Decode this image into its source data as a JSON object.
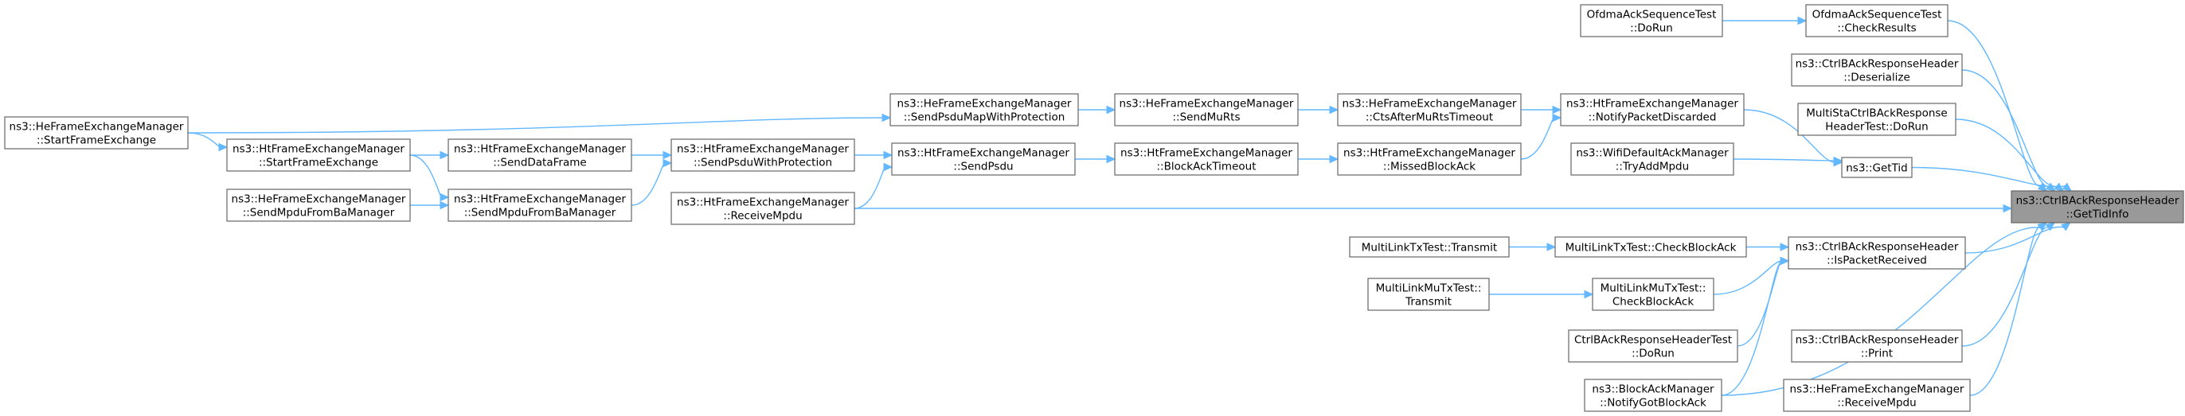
{
  "nodes": [
    {
      "id": "target",
      "lines": [
        "ns3::CtrlBAckResponseHeader",
        "::GetTidInfo"
      ],
      "focus": true
    },
    {
      "id": "checkresults",
      "lines": [
        "OfdmaAckSequenceTest",
        "::CheckResults"
      ]
    },
    {
      "id": "ofdma_dorun",
      "lines": [
        "OfdmaAckSequenceTest",
        "::DoRun"
      ]
    },
    {
      "id": "deserialize",
      "lines": [
        "ns3::CtrlBAckResponseHeader",
        "::Deserialize"
      ]
    },
    {
      "id": "multista_dorun",
      "lines": [
        "MultiStaCtrlBAckResponse",
        "HeaderTest::DoRun"
      ]
    },
    {
      "id": "gettid",
      "lines": [
        "ns3::GetTid"
      ]
    },
    {
      "id": "notifypacketdiscarded",
      "lines": [
        "ns3::HtFrameExchangeManager",
        "::NotifyPacketDiscarded"
      ]
    },
    {
      "id": "tryaddmpdu",
      "lines": [
        "ns3::WifiDefaultAckManager",
        "::TryAddMpdu"
      ]
    },
    {
      "id": "ctsaftermurts",
      "lines": [
        "ns3::HeFrameExchangeManager",
        "::CtsAfterMuRtsTimeout"
      ]
    },
    {
      "id": "missedblockack",
      "lines": [
        "ns3::HtFrameExchangeManager",
        "::MissedBlockAck"
      ]
    },
    {
      "id": "sendmurts",
      "lines": [
        "ns3::HeFrameExchangeManager",
        "::SendMuRts"
      ]
    },
    {
      "id": "blockacktimeout",
      "lines": [
        "ns3::HtFrameExchangeManager",
        "::BlockAckTimeout"
      ]
    },
    {
      "id": "sendpsdumap",
      "lines": [
        "ns3::HeFrameExchangeManager",
        "::SendPsduMapWithProtection"
      ]
    },
    {
      "id": "sendpsdu",
      "lines": [
        "ns3::HtFrameExchangeManager",
        "::SendPsdu"
      ]
    },
    {
      "id": "sendpsduwithprot",
      "lines": [
        "ns3::HtFrameExchangeManager",
        "::SendPsduWithProtection"
      ]
    },
    {
      "id": "ht_receivempdu",
      "lines": [
        "ns3::HtFrameExchangeManager",
        "::ReceiveMpdu"
      ]
    },
    {
      "id": "senddataframe",
      "lines": [
        "ns3::HtFrameExchangeManager",
        "::SendDataFrame"
      ]
    },
    {
      "id": "ht_sendmpdufromba",
      "lines": [
        "ns3::HtFrameExchangeManager",
        "::SendMpduFromBaManager"
      ]
    },
    {
      "id": "ht_startframe",
      "lines": [
        "ns3::HtFrameExchangeManager",
        "::StartFrameExchange"
      ]
    },
    {
      "id": "he_sendmpdufromba",
      "lines": [
        "ns3::HeFrameExchangeManager",
        "::SendMpduFromBaManager"
      ]
    },
    {
      "id": "he_startframe",
      "lines": [
        "ns3::HeFrameExchangeManager",
        "::StartFrameExchange"
      ]
    },
    {
      "id": "ispacketreceived",
      "lines": [
        "ns3::CtrlBAckResponseHeader",
        "::IsPacketReceived"
      ]
    },
    {
      "id": "multilinktx_checkblockack",
      "lines": [
        "MultiLinkTxTest::CheckBlockAck"
      ]
    },
    {
      "id": "multilinktx_transmit",
      "lines": [
        "MultiLinkTxTest::Transmit"
      ]
    },
    {
      "id": "multilinkmutx_checkblockack",
      "lines": [
        "MultiLinkMuTxTest::",
        "CheckBlockAck"
      ]
    },
    {
      "id": "multilinkmutx_transmit",
      "lines": [
        "MultiLinkMuTxTest::",
        "Transmit"
      ]
    },
    {
      "id": "ctrlbackresp_dorun",
      "lines": [
        "CtrlBAckResponseHeaderTest",
        "::DoRun"
      ]
    },
    {
      "id": "notifygotblockack",
      "lines": [
        "ns3::BlockAckManager",
        "::NotifyGotBlockAck"
      ]
    },
    {
      "id": "print",
      "lines": [
        "ns3::CtrlBAckResponseHeader",
        "::Print"
      ]
    },
    {
      "id": "he_receivempdu",
      "lines": [
        "ns3::HeFrameExchangeManager",
        "::ReceiveMpdu"
      ]
    }
  ],
  "edges": [
    [
      "ofdma_dorun",
      "checkresults"
    ],
    [
      "checkresults",
      "target"
    ],
    [
      "deserialize",
      "target"
    ],
    [
      "multista_dorun",
      "target"
    ],
    [
      "gettid",
      "target"
    ],
    [
      "notifypacketdiscarded",
      "gettid"
    ],
    [
      "tryaddmpdu",
      "gettid"
    ],
    [
      "ctsaftermurts",
      "notifypacketdiscarded"
    ],
    [
      "missedblockack",
      "notifypacketdiscarded"
    ],
    [
      "sendmurts",
      "ctsaftermurts"
    ],
    [
      "blockacktimeout",
      "missedblockack"
    ],
    [
      "sendpsdumap",
      "sendmurts"
    ],
    [
      "sendpsdu",
      "blockacktimeout"
    ],
    [
      "sendpsduwithprot",
      "sendpsdu"
    ],
    [
      "ht_receivempdu",
      "sendpsdu"
    ],
    [
      "senddataframe",
      "sendpsduwithprot"
    ],
    [
      "ht_sendmpdufromba",
      "sendpsduwithprot"
    ],
    [
      "ht_startframe",
      "senddataframe"
    ],
    [
      "ht_startframe",
      "ht_sendmpdufromba"
    ],
    [
      "he_sendmpdufromba",
      "ht_sendmpdufromba"
    ],
    [
      "he_startframe",
      "ht_startframe"
    ],
    [
      "he_startframe",
      "sendpsdumap"
    ],
    [
      "ht_receivempdu",
      "target"
    ],
    [
      "ispacketreceived",
      "target"
    ],
    [
      "multilinktx_checkblockack",
      "ispacketreceived"
    ],
    [
      "multilinktx_transmit",
      "multilinktx_checkblockack"
    ],
    [
      "multilinkmutx_checkblockack",
      "ispacketreceived"
    ],
    [
      "multilinkmutx_transmit",
      "multilinkmutx_checkblockack"
    ],
    [
      "ctrlbackresp_dorun",
      "ispacketreceived"
    ],
    [
      "notifygotblockack",
      "ispacketreceived"
    ],
    [
      "notifygotblockack",
      "target"
    ],
    [
      "print",
      "target"
    ],
    [
      "he_receivempdu",
      "target"
    ]
  ]
}
